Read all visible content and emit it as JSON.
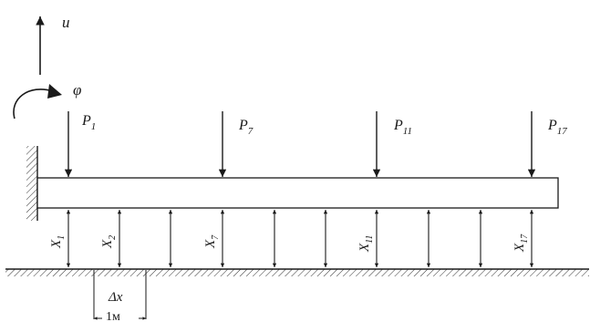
{
  "labels": {
    "u": "u",
    "phi": "φ",
    "dx": "Δx",
    "unit": "1м"
  },
  "loads": [
    {
      "name": "P",
      "sub": "1"
    },
    {
      "name": "P",
      "sub": "7"
    },
    {
      "name": "P",
      "sub": "11"
    },
    {
      "name": "P",
      "sub": "17"
    }
  ],
  "reactions": [
    {
      "name": "X",
      "sub": "1"
    },
    {
      "name": "X",
      "sub": "2"
    },
    {
      "name": "X",
      "sub": "7"
    },
    {
      "name": "X",
      "sub": "11"
    },
    {
      "name": "X",
      "sub": "17"
    }
  ]
}
